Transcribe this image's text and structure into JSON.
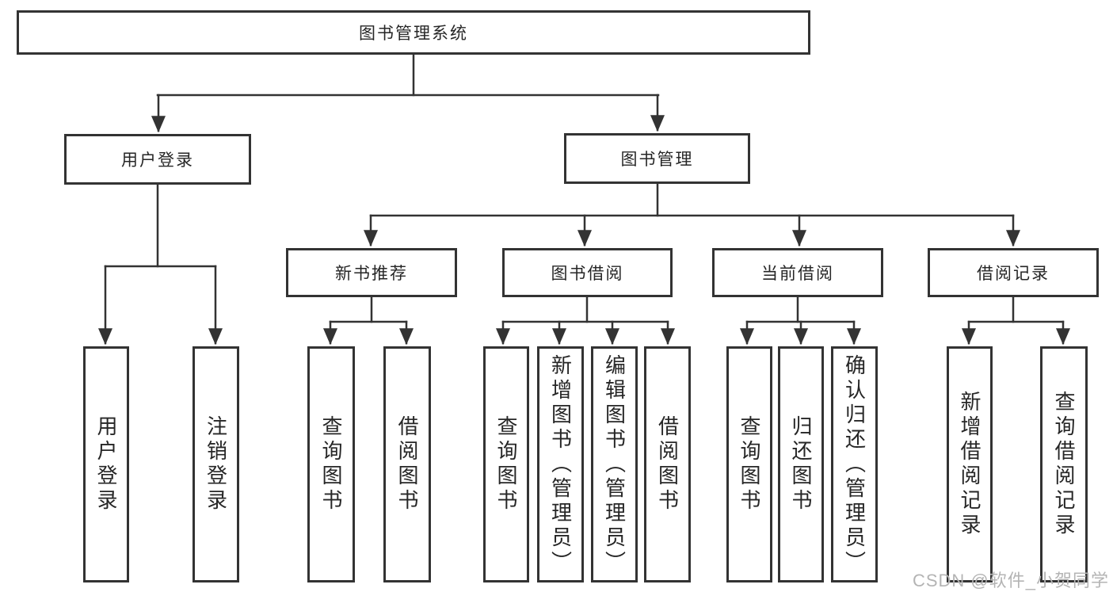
{
  "root": {
    "label": "图书管理系统"
  },
  "level2": {
    "user_login": {
      "label": "用户登录"
    },
    "book_mgmt": {
      "label": "图书管理"
    }
  },
  "level3": {
    "new_books": {
      "label": "新书推荐"
    },
    "borrow": {
      "label": "图书借阅"
    },
    "current": {
      "label": "当前借阅"
    },
    "records": {
      "label": "借阅记录"
    }
  },
  "leaves": {
    "user_login": [
      "用户登录",
      "注销登录"
    ],
    "new_books": [
      "查询图书",
      "借阅图书"
    ],
    "borrow": [
      "查询图书",
      "新增图书（管理员）",
      "编辑图书（管理员）",
      "借阅图书"
    ],
    "current": [
      "查询图书",
      "归还图书",
      "确认归还（管理员）"
    ],
    "records": [
      "新增借阅记录",
      "查询借阅记录"
    ]
  },
  "watermark": "CSDN @软件_小贺同学",
  "colors": {
    "line": "#333333",
    "text": "#262626",
    "background": "#ffffff",
    "watermark": "#b4b4b4"
  }
}
